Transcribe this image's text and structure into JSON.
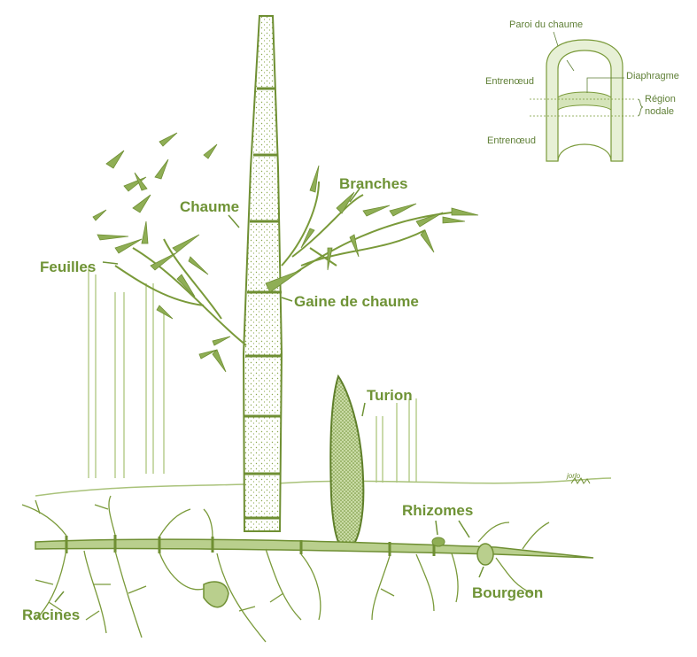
{
  "colors": {
    "plant": "#7a9a3a",
    "plant_light": "#a9c27a",
    "label": "#6f9336",
    "inset_text": "#5f7f36",
    "inset_fill": "#e7f0d6"
  },
  "labels": {
    "chaume": "Chaume",
    "branches": "Branches",
    "feuilles": "Feuilles",
    "gaine": "Gaine de chaume",
    "turion": "Turion",
    "rhizomes": "Rhizomes",
    "bourgeon": "Bourgeon",
    "racines": "Racines"
  },
  "inset": {
    "paroi": "Paroi du chaume",
    "diaphragme": "Diaphragme",
    "entrenoeud_top": "Entrenœud",
    "entrenoeud_bottom": "Entrenœud",
    "region_line1": "Région",
    "region_line2": "nodale"
  },
  "signature": "jorlo"
}
